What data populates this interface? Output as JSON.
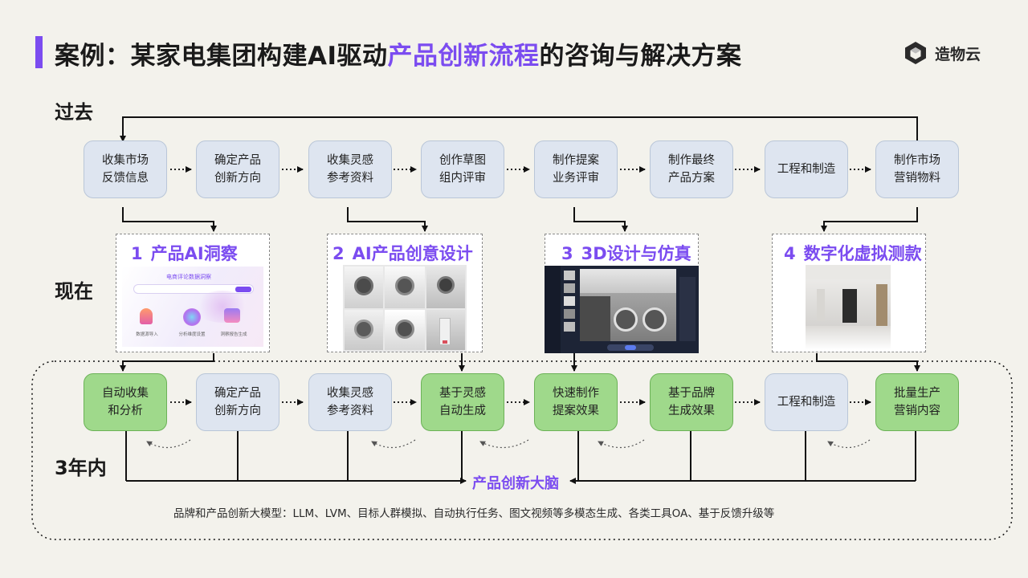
{
  "title": {
    "part1": "案例：某家电集团构建AI驱动",
    "highlight": "产品创新流程",
    "part2": "的咨询与解决方案"
  },
  "logo": {
    "text": "造物云"
  },
  "labels": {
    "past": "过去",
    "now": "现在",
    "future": "3年内"
  },
  "past_steps": [
    [
      "收集市场",
      "反馈信息"
    ],
    [
      "确定产品",
      "创新方向"
    ],
    [
      "收集灵感",
      "参考资料"
    ],
    [
      "创作草图",
      "组内评审"
    ],
    [
      "制作提案",
      "业务评审"
    ],
    [
      "制作最终",
      "产品方案"
    ],
    [
      "工程和制造"
    ],
    [
      "制作市场",
      "营销物料"
    ]
  ],
  "now_cards": [
    {
      "num": "1",
      "title": "产品AI洞察",
      "screen_heading": "电商评论数据洞察",
      "screen_labels": [
        "数据源导入",
        "分析维度设置",
        "洞察报告生成"
      ]
    },
    {
      "num": "2",
      "title": "AI产品创意设计"
    },
    {
      "num": "3",
      "title": "3D设计与仿真"
    },
    {
      "num": "4",
      "title": "数字化虚拟测款"
    }
  ],
  "future_steps": [
    {
      "lines": [
        "自动收集",
        "和分析"
      ],
      "ai": true
    },
    {
      "lines": [
        "确定产品",
        "创新方向"
      ],
      "ai": false
    },
    {
      "lines": [
        "收集灵感",
        "参考资料"
      ],
      "ai": false
    },
    {
      "lines": [
        "基于灵感",
        "自动生成"
      ],
      "ai": true
    },
    {
      "lines": [
        "快速制作",
        "提案效果"
      ],
      "ai": true
    },
    {
      "lines": [
        "基于品牌",
        "生成效果"
      ],
      "ai": true
    },
    {
      "lines": [
        "工程和制造"
      ],
      "ai": false
    },
    {
      "lines": [
        "批量生产",
        "营销内容"
      ],
      "ai": true
    }
  ],
  "brain": {
    "label": "产品创新大脑"
  },
  "footnote": "品牌和产品创新大模型：LLM、LVM、目标人群模拟、自动执行任务、图文视频等多模态生成、各类工具OA、基于反馈升级等",
  "colors": {
    "accent": "#7b4cf0",
    "box_blue": "#dee5f0",
    "box_green": "#9fd98b",
    "background": "#f3f2ec"
  }
}
